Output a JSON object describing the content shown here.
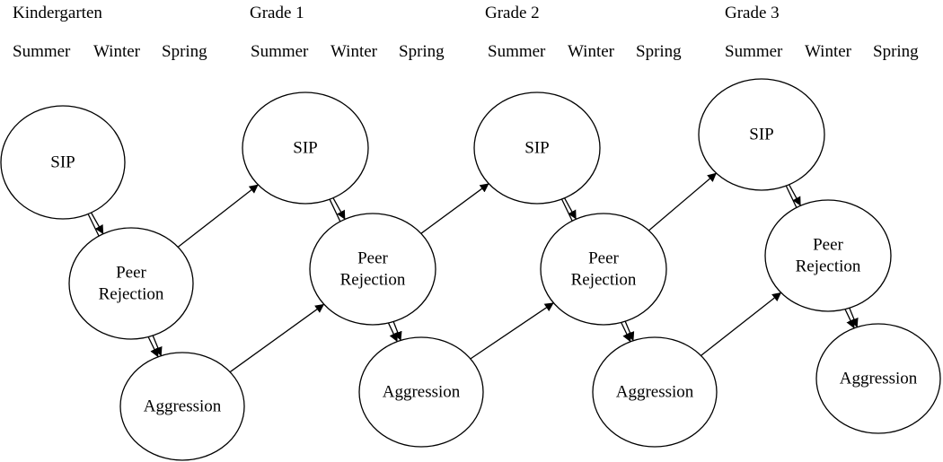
{
  "grades": [
    {
      "label": "Kindergarten",
      "seasons": [
        "Summer",
        "Winter",
        "Spring"
      ]
    },
    {
      "label": "Grade 1",
      "seasons": [
        "Summer",
        "Winter",
        "Spring"
      ]
    },
    {
      "label": "Grade 2",
      "seasons": [
        "Summer",
        "Winter",
        "Spring"
      ]
    },
    {
      "label": "Grade 3",
      "seasons": [
        "Summer",
        "Winter",
        "Spring"
      ]
    }
  ],
  "nodes": [
    {
      "id": "sip-k",
      "lines": [
        "SIP"
      ]
    },
    {
      "id": "peer-k",
      "lines": [
        "Peer",
        "Rejection"
      ]
    },
    {
      "id": "agg-k",
      "lines": [
        "Aggression"
      ]
    },
    {
      "id": "sip-1",
      "lines": [
        "SIP"
      ]
    },
    {
      "id": "peer-1",
      "lines": [
        "Peer",
        "Rejection"
      ]
    },
    {
      "id": "agg-1",
      "lines": [
        "Aggression"
      ]
    },
    {
      "id": "sip-2",
      "lines": [
        "SIP"
      ]
    },
    {
      "id": "peer-2",
      "lines": [
        "Peer",
        "Rejection"
      ]
    },
    {
      "id": "agg-2",
      "lines": [
        "Aggression"
      ]
    },
    {
      "id": "sip-3",
      "lines": [
        "SIP"
      ]
    },
    {
      "id": "peer-3",
      "lines": [
        "Peer",
        "Rejection"
      ]
    },
    {
      "id": "agg-3",
      "lines": [
        "Aggression"
      ]
    }
  ],
  "edges": [
    {
      "from": "sip-k",
      "to": "peer-k"
    },
    {
      "from": "sip-k",
      "to": "agg-k"
    },
    {
      "from": "peer-k",
      "to": "agg-k"
    },
    {
      "from": "peer-k",
      "to": "sip-1"
    },
    {
      "from": "agg-k",
      "to": "peer-1"
    },
    {
      "from": "sip-1",
      "to": "peer-1"
    },
    {
      "from": "sip-1",
      "to": "agg-1"
    },
    {
      "from": "peer-1",
      "to": "agg-1"
    },
    {
      "from": "peer-1",
      "to": "sip-2"
    },
    {
      "from": "agg-1",
      "to": "peer-2"
    },
    {
      "from": "sip-2",
      "to": "peer-2"
    },
    {
      "from": "sip-2",
      "to": "agg-2"
    },
    {
      "from": "peer-2",
      "to": "agg-2"
    },
    {
      "from": "peer-2",
      "to": "sip-3"
    },
    {
      "from": "agg-2",
      "to": "peer-3"
    },
    {
      "from": "sip-3",
      "to": "peer-3"
    },
    {
      "from": "sip-3",
      "to": "agg-3"
    },
    {
      "from": "peer-3",
      "to": "agg-3"
    }
  ]
}
